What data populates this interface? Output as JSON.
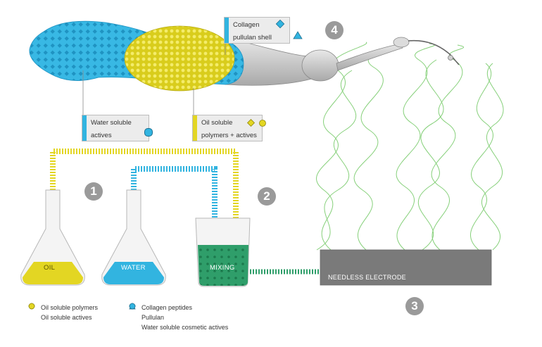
{
  "steps": [
    "1",
    "2",
    "3",
    "4"
  ],
  "flasks": {
    "oil": "OIL",
    "water": "WATER",
    "mixing": "MIXING"
  },
  "electrode": "NEEDLESS ELECTRODE",
  "callouts": {
    "shell": [
      "Collagen",
      "pullulan shell"
    ],
    "water": [
      "Water soluble",
      "actives"
    ],
    "oil": [
      "Oil soluble",
      "polymers + actives"
    ]
  },
  "legend": {
    "left": [
      {
        "icon": "yellow-diamond-icon",
        "text": "Oil soluble polymers"
      },
      {
        "icon": "yellow-circle-icon",
        "text": "Oil soluble actives"
      }
    ],
    "right": [
      {
        "icon": "blue-diamond-icon",
        "text": "Collagen peptides"
      },
      {
        "icon": "blue-triangle-icon",
        "text": "Pullulan"
      },
      {
        "icon": "blue-circle-icon",
        "text": "Water soluble cosmetic actives"
      }
    ]
  },
  "colors": {
    "oil": "#e3d623",
    "water": "#32b4e0",
    "mix": "#2f9e6a",
    "fiber": "#86d07a",
    "electrode": "#7a7a7a"
  }
}
